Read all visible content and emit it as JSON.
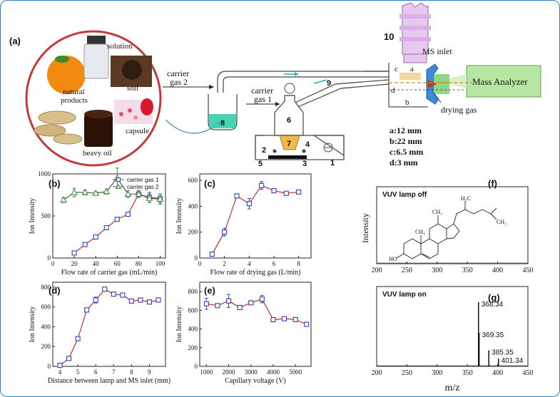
{
  "panel_labels": {
    "a": "(a)",
    "b": "(b)",
    "c": "(c)",
    "d": "(d)",
    "e": "(e)",
    "f": "(f)",
    "g": "(g)"
  },
  "samples": {
    "solution": "solution",
    "natural_products_l1": "natural",
    "natural_products_l2": "products",
    "soil": "soil",
    "capsule": "capsule",
    "heavy_oil": "heavy oil"
  },
  "apparatus": {
    "carrier_gas_2_l1": "carrier",
    "carrier_gas_2_l2": "gas 2",
    "carrier_gas_1_l1": "carrier",
    "carrier_gas_1_l2": "gas 1",
    "ms_inlet": "MS inlet",
    "mass_analyzer": "Mass Analyzer",
    "drying_gas": "drying gas",
    "parts": [
      "1",
      "2",
      "3",
      "4",
      "5",
      "6",
      "7",
      "8",
      "9",
      "10"
    ],
    "dim_letters": [
      "a",
      "b",
      "c",
      "d"
    ],
    "dimensions": [
      "a:12 mm",
      "b:22 mm",
      "c:6.5 mm",
      "d:3 mm"
    ]
  },
  "colors": {
    "blue_series": "#2f3fbf",
    "red_line": "#d0282a",
    "green_series": "#2e8b2e",
    "grey_line": "#555555",
    "frame": "#2a7ec7"
  },
  "chart_data": [
    {
      "id": "b",
      "type": "line",
      "xlabel": "Flow rate of carrier gas (mL/min)",
      "ylabel": "Ion Intensity",
      "xlim": [
        0,
        105
      ],
      "ylim": [
        0,
        1000
      ],
      "xticks": [
        0,
        20,
        40,
        60,
        80,
        100
      ],
      "yticks": [
        0,
        500,
        1000
      ],
      "series": [
        {
          "name": "carrier gas 1",
          "marker": "square",
          "x": [
            20,
            30,
            40,
            50,
            60,
            70,
            80,
            90,
            100
          ],
          "y": [
            60,
            160,
            250,
            360,
            460,
            520,
            760,
            720,
            710
          ],
          "err": [
            0,
            20,
            20,
            20,
            20,
            20,
            40,
            60,
            50
          ]
        },
        {
          "name": "carrier gas 2",
          "marker": "triangle",
          "x": [
            10,
            20,
            30,
            40,
            50,
            60,
            70,
            80,
            90,
            100
          ],
          "y": [
            690,
            780,
            780,
            770,
            790,
            950,
            760,
            760,
            710,
            700
          ],
          "err": [
            30,
            50,
            30,
            20,
            30,
            120,
            40,
            40,
            50,
            60
          ]
        }
      ]
    },
    {
      "id": "c",
      "type": "line",
      "xlabel": "Flow rate of drying gas (L/min)",
      "ylabel": "Ion Intensity",
      "xlim": [
        0,
        9
      ],
      "ylim": [
        0,
        650
      ],
      "xticks": [
        0,
        2,
        4,
        6,
        8
      ],
      "yticks": [
        0,
        200,
        400,
        600
      ],
      "series": [
        {
          "name": "",
          "marker": "square",
          "x": [
            1,
            2,
            3,
            4,
            5,
            6,
            7,
            8
          ],
          "y": [
            30,
            200,
            480,
            420,
            560,
            520,
            500,
            510
          ],
          "err": [
            0,
            30,
            10,
            40,
            30,
            10,
            10,
            10
          ]
        }
      ]
    },
    {
      "id": "d",
      "type": "line",
      "xlabel": "Distance between lamp and MS inlet (mm)",
      "ylabel": "Ion Intensity",
      "xlim": [
        3.6,
        9.9
      ],
      "ylim": [
        0,
        850
      ],
      "xticks": [
        4,
        5,
        6,
        7,
        8,
        9
      ],
      "yticks": [
        0,
        200,
        400,
        600,
        800
      ],
      "series": [
        {
          "name": "",
          "marker": "square",
          "x": [
            4,
            4.5,
            5,
            5.5,
            6,
            6.5,
            7,
            7.5,
            8,
            8.5,
            9,
            9.5
          ],
          "y": [
            10,
            80,
            280,
            570,
            670,
            780,
            730,
            720,
            660,
            670,
            650,
            670
          ],
          "err": [
            0,
            0,
            0,
            20,
            30,
            10,
            20,
            20,
            20,
            10,
            10,
            10
          ]
        }
      ]
    },
    {
      "id": "e",
      "type": "line",
      "xlabel": "Capillary voltage (V)",
      "ylabel": "Ion Intensity",
      "xlim": [
        700,
        5700
      ],
      "ylim": [
        0,
        900
      ],
      "xticks": [
        1000,
        2000,
        3000,
        4000,
        5000
      ],
      "yticks": [
        0,
        200,
        400,
        600,
        800
      ],
      "series": [
        {
          "name": "",
          "marker": "square",
          "x": [
            1000,
            1500,
            2000,
            2500,
            3000,
            3500,
            4000,
            4500,
            5000,
            5500
          ],
          "y": [
            670,
            650,
            700,
            630,
            680,
            720,
            500,
            510,
            500,
            450
          ],
          "err": [
            60,
            20,
            70,
            10,
            20,
            40,
            10,
            10,
            10,
            10
          ]
        }
      ]
    },
    {
      "id": "f",
      "type": "bar",
      "title": "VUV lamp off",
      "ylabel": "Intensity",
      "xlim": [
        200,
        450
      ],
      "xticks": [
        200,
        250,
        300,
        350,
        400,
        450
      ],
      "x": [],
      "values": []
    },
    {
      "id": "g",
      "type": "bar",
      "title": "VUV lamp on",
      "xlabel": "m/z",
      "xlim": [
        200,
        450
      ],
      "xticks": [
        200,
        250,
        300,
        350,
        400,
        450
      ],
      "x": [
        368.34,
        369.35,
        385.35,
        401.34
      ],
      "values": [
        1.0,
        0.52,
        0.25,
        0.12
      ],
      "labels": [
        "368.34",
        "369.35",
        "385.35",
        "401.34"
      ]
    }
  ]
}
